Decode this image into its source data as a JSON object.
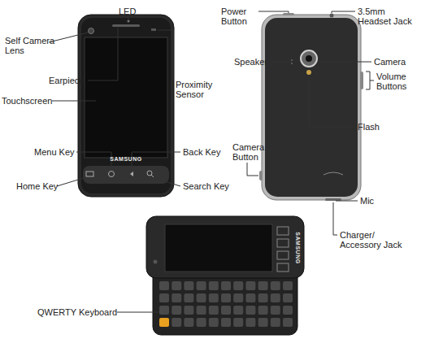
{
  "diagram": {
    "labels": [
      "LED",
      "Self Camera Lens",
      "Earpiece",
      "Proximity Sensor",
      "Touchscreen",
      "Menu Key",
      "Back Key",
      "Home Key",
      "Search Key",
      "Power Button",
      "3.5mm Headset Jack",
      "Speaker",
      "Camera",
      "Volume Buttons",
      "Flash",
      "Camera Button",
      "Mic",
      "Charger/ Accessory Jack",
      "QWERTY Keyboard",
      "SAMSUNG",
      "SAMSUNG"
    ]
  }
}
